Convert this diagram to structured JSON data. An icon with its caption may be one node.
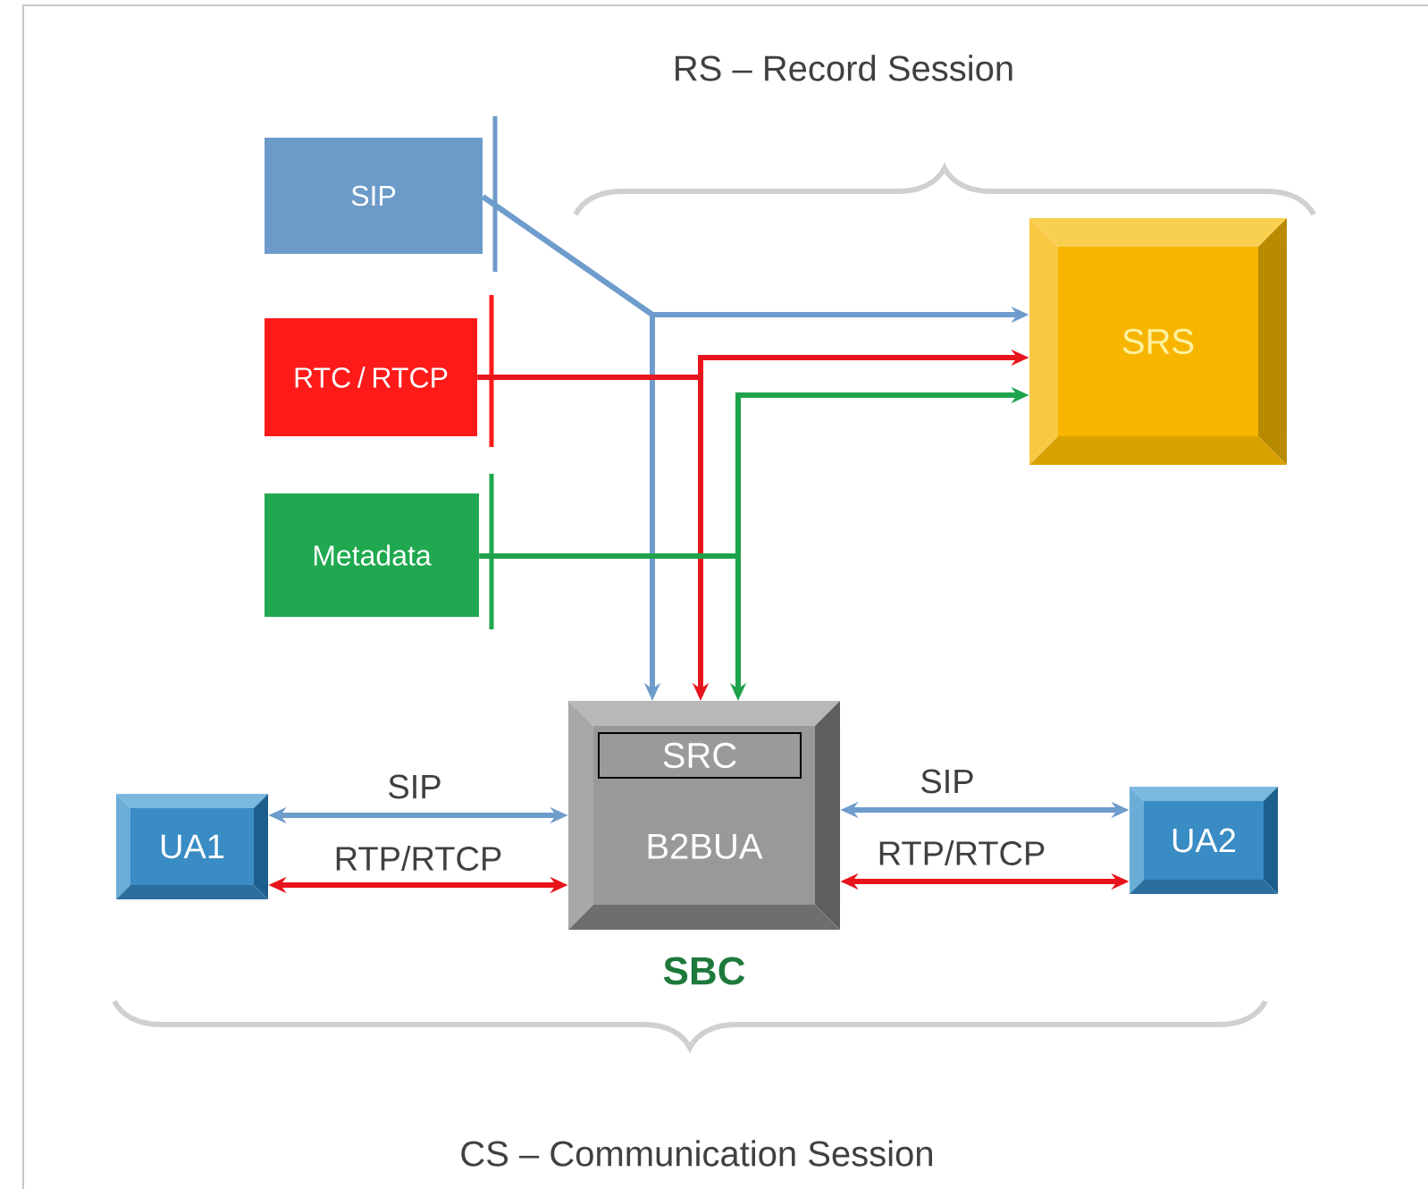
{
  "diagram": {
    "nodes": [
      {
        "text": [
          "SIP"
        ]
      },
      {
        "text": [
          "RTC / RTCP"
        ]
      },
      {
        "text": [
          "Metadata"
        ]
      },
      {
        "text": [
          "SRS"
        ]
      },
      {
        "text": [
          "B2BUA"
        ],
        "beside": [
          "SBC"
        ]
      },
      {
        "text": [
          "SRC"
        ],
        "in": 4
      },
      {
        "text": [
          "UA1"
        ]
      },
      {
        "text": [
          "UA2"
        ]
      }
    ],
    "edges": [
      {
        "from": 0,
        "to": 3,
        "arrow": "to",
        "color": "#6e9ccc"
      },
      {
        "from": 0,
        "to": 4,
        "arrow": "to",
        "color": "#6e9ccc"
      },
      {
        "from": 1,
        "to": 3,
        "arrow": "to",
        "color": "#e8141c"
      },
      {
        "from": 1,
        "to": 4,
        "arrow": "to",
        "color": "#e8141c"
      },
      {
        "from": 2,
        "to": 3,
        "arrow": "to",
        "color": "#1ea24b"
      },
      {
        "from": 2,
        "to": 4,
        "arrow": "to",
        "color": "#1ea24b"
      },
      {
        "from": 6,
        "to": 4,
        "arrow": "both",
        "label": "SIP",
        "color": "#6e9ccc"
      },
      {
        "from": 6,
        "to": 4,
        "arrow": "both",
        "label": "RTP/RTCP",
        "color": "#e8141c"
      },
      {
        "from": 4,
        "to": 7,
        "arrow": "both",
        "label": "SIP",
        "color": "#6e9ccc"
      },
      {
        "from": 4,
        "to": 7,
        "arrow": "both",
        "label": "RTP/RTCP",
        "color": "#e8141c"
      }
    ],
    "labels": [
      "RS – Record Session",
      "CS – Communication Session"
    ]
  }
}
